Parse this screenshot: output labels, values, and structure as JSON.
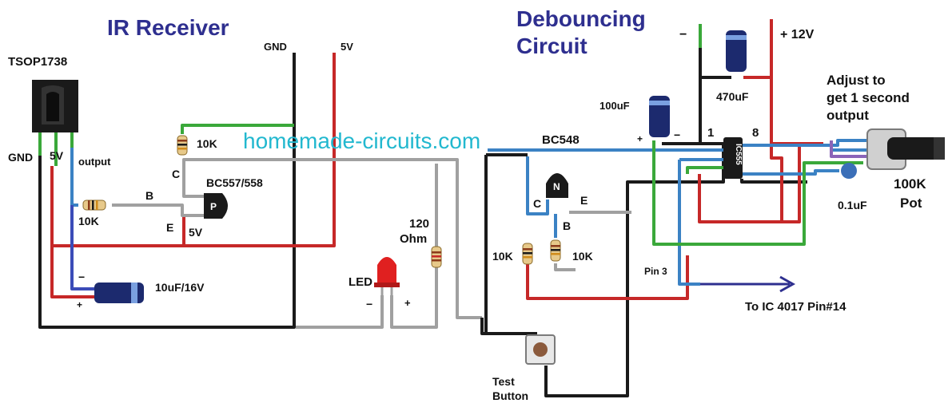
{
  "titles": {
    "ir_receiver": "IR Receiver",
    "debounce_line1": "Debouncing",
    "debounce_line2": "Circuit"
  },
  "watermark": "homemade-circuits.com",
  "labels": {
    "tsop": "TSOP1738",
    "tsop_gnd": "GND",
    "tsop_5v": "5V",
    "tsop_output": "output",
    "gnd_top": "GND",
    "v5_top": "5V",
    "r10k_a": "10K",
    "r10k_b": "10K",
    "pnp_c": "C",
    "pnp_b": "B",
    "pnp_e": "E",
    "pnp_5v": "5V",
    "pnp_name": "BC557/558",
    "pnp_letter": "P",
    "cap10": "10uF/16V",
    "cap10_minus": "−",
    "cap10_plus": "+",
    "r120_line1": "120",
    "r120_line2": "Ohm",
    "led": "LED",
    "led_minus": "−",
    "led_plus": "+",
    "npn_name": "BC548",
    "npn_letter": "N",
    "npn_c": "C",
    "npn_e": "E",
    "npn_b": "B",
    "r10k_c": "10K",
    "r10k_d": "10K",
    "test_line1": "Test",
    "test_line2": "Button",
    "cap100": "100uF",
    "cap100_plus": "+",
    "cap100_minus": "−",
    "cap470": "470uF",
    "top_minus": "−",
    "v12": "+  12V",
    "pin1": "1",
    "pin8": "8",
    "ic_name": "IC555",
    "adjust_line1": "Adjust to",
    "adjust_line2": "get 1 second",
    "adjust_line3": "output",
    "pot_line1": "100K",
    "pot_line2": "Pot",
    "cap01": "0.1uF",
    "pin3": "Pin 3",
    "to4017": "To IC 4017 Pin#14"
  },
  "colors": {
    "red": "#c62828",
    "black": "#1a1a1a",
    "blue": "#3b82c4",
    "green": "#3aa83a",
    "gray": "#a0a0a0",
    "arrow": "#2e2f8f"
  }
}
